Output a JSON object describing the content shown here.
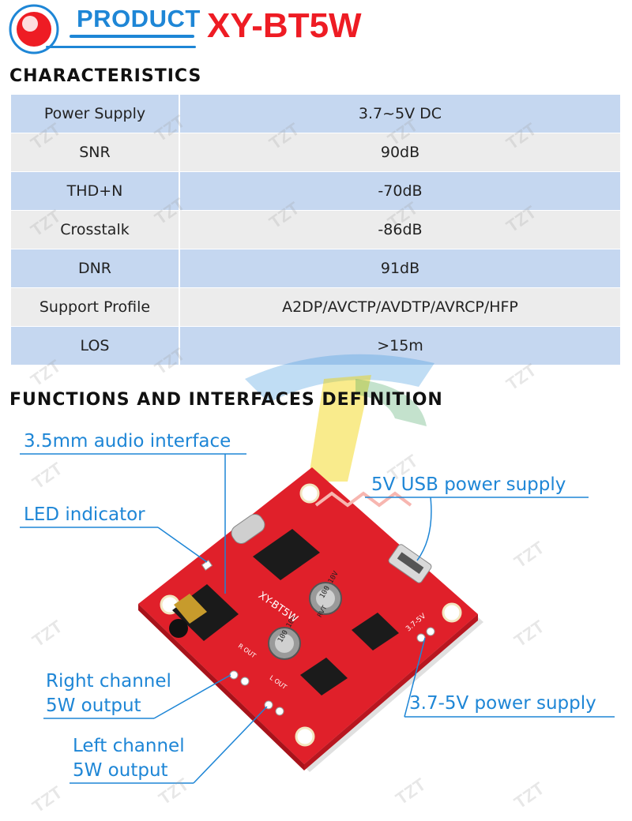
{
  "header": {
    "product_label": "PRODUCT",
    "model": "XY-BT5W"
  },
  "characteristics": {
    "title": "CHARACTERISTICS",
    "rows": [
      {
        "name": "Power Supply",
        "value": "3.7~5V DC"
      },
      {
        "name": "SNR",
        "value": "90dB"
      },
      {
        "name": "THD+N",
        "value": "-70dB"
      },
      {
        "name": "Crosstalk",
        "value": "-86dB"
      },
      {
        "name": "DNR",
        "value": "91dB"
      },
      {
        "name": "Support Profile",
        "value": "A2DP/AVCTP/AVDTP/AVRCP/HFP"
      },
      {
        "name": "LOS",
        "value": ">15m"
      }
    ]
  },
  "functions": {
    "title": "FUNCTIONS AND INTERFACES DEFINITION",
    "callouts": {
      "audio_interface": "3.5mm audio interface",
      "led_indicator": "LED indicator",
      "usb_power": "5V USB power supply",
      "right_channel_1": "Right channel",
      "right_channel_2": "5W output",
      "left_channel_1": "Left channel",
      "left_channel_2": "5W output",
      "power_supply": "3.7-5V power supply"
    },
    "board_markings": {
      "cap_label": "100 10V",
      "cap_brand": "RVT",
      "model_text": "XY-BT5W",
      "vin": "3.7-5V",
      "r_out": "R OUT",
      "l_out": "L OUT"
    }
  },
  "watermark": "TZT",
  "colors": {
    "accent_blue": "#1e86d6",
    "title_red": "#ee1c24",
    "row_blue": "#c5d7f0",
    "row_gray": "#ececec",
    "board_red": "#e0202a"
  }
}
